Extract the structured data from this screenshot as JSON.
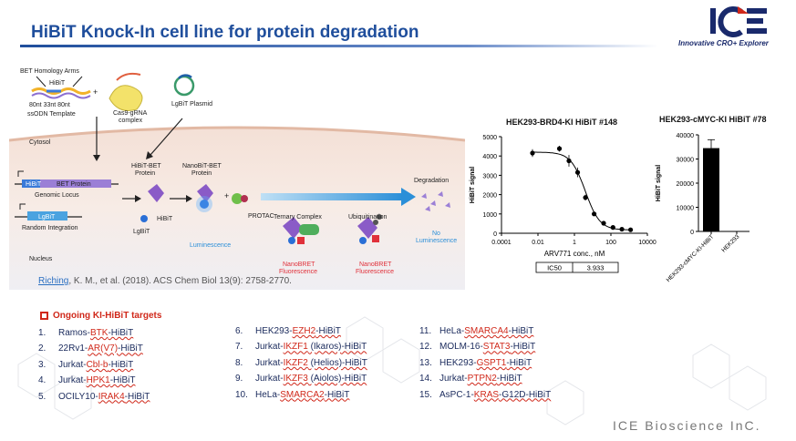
{
  "title": "HiBiT Knock-In cell line for protein degradation",
  "logo": {
    "letters": "ICE",
    "tagline": "Innovative CRO+ Explorer"
  },
  "footer": "ICE Bioscience InC.",
  "colors": {
    "title_blue": "#1f4e9c",
    "accent_red": "#d0281a",
    "list_navy": "#1a2a5c"
  },
  "schematic": {
    "bet_homology_arms": "BET Homology Arms",
    "hibit": "HiBiT",
    "arm_lengths": "80nt 33nt 80nt",
    "ssodn": "ssODN Template",
    "cas9": "Cas9-gRNA",
    "cas9_line2": "complex",
    "lgbit_plasmid": "LgBiT Plasmid",
    "cytosol": "Cytosol",
    "nucleus": "Nucleus",
    "locus_hibit": "HiBiT",
    "locus_bet": "BET Protein",
    "genomic_locus": "Genomic Locus",
    "lgbit_box": "LgBiT",
    "random_integration": "Random Integration",
    "hibit_bet_protein": "HiBiT-BET",
    "hibit_bet_protein_2": "Protein",
    "nanobit_bet": "NanoBiT-BET",
    "nanobit_bet_2": "Protein",
    "hibit_label": "HiBiT",
    "lgbit_label": "LgBiT",
    "protac": "PROTAC",
    "luminescence": "Luminescence",
    "ternary_complex": "Ternary Complex",
    "ubiquitination": "Ubiquitination",
    "degradation": "Degradation",
    "no_lum_1": "No",
    "no_lum_2": "Luminescence",
    "nanobret_1": "NanoBRET",
    "nanobret_2": "Fluorescence",
    "plus": "+"
  },
  "reference": {
    "authors": "Riching",
    "rest": ", K. M., et al. (2018). ACS Chem Biol 13(9): 2758-2770."
  },
  "targets": {
    "heading": "Ongoing KI-HiBiT targets",
    "col1": [
      {
        "n": "1.",
        "a": "Ramos-",
        "b": "BTK",
        "c": "-HiBiT"
      },
      {
        "n": "2.",
        "a": "22Rv1-",
        "b": "AR(V7)",
        "c": "-HiBiT"
      },
      {
        "n": "3.",
        "a": "Jurkat-",
        "b": "Cbl-b",
        "c": "-HiBiT"
      },
      {
        "n": "4.",
        "a": "Jurkat-",
        "b": "HPK1",
        "c": "-HiBiT"
      },
      {
        "n": "5.",
        "a": "OCILY10-",
        "b": "IRAK4",
        "c": "-HiBiT"
      }
    ],
    "col2": [
      {
        "n": "6.",
        "a": "HEK293-",
        "b": "EZH2",
        "c": "-HiBiT"
      },
      {
        "n": "7.",
        "a": "Jurkat-",
        "b": "IKZF1",
        "c": " (Ikaros)-HiBiT"
      },
      {
        "n": "8.",
        "a": "Jurkat-",
        "b": "IKZF2",
        "c": " (Helios)-HiBiT"
      },
      {
        "n": "9.",
        "a": "Jurkat-",
        "b": "IKZF3",
        "c": " (Aiolos)-HiBiT"
      },
      {
        "n": "10.",
        "a": "HeLa-",
        "b": "SMARCA2",
        "c": "-HiBiT"
      }
    ],
    "col3": [
      {
        "n": "11.",
        "a": "HeLa-",
        "b": "SMARCA4",
        "c": "-HiBiT"
      },
      {
        "n": "12.",
        "a": "MOLM-16-",
        "b": "STAT3",
        "c": "-HiBiT"
      },
      {
        "n": "13.",
        "a": "HEK293-",
        "b": "GSPT1",
        "c": "-HiBiT"
      },
      {
        "n": "14.",
        "a": "Jurkat-",
        "b": "PTPN2",
        "c": "-HiBiT"
      },
      {
        "n": "15.",
        "a": "AsPC-1-",
        "b": "KRAS",
        "c": "-G12D-HiBiT"
      }
    ]
  },
  "chart_data": [
    {
      "type": "scatter",
      "title": "HEK293-BRD4-KI HiBiT  #148",
      "xlabel": "ARV771 conc., nM",
      "ylabel": "HiBiT signal",
      "xscale": "log",
      "xlim": [
        0.0001,
        10000
      ],
      "ylim": [
        0,
        5000
      ],
      "xticks": [
        "0.0001",
        "0.01",
        "1",
        "100",
        "10000"
      ],
      "yticks": [
        "0",
        "1000",
        "2000",
        "3000",
        "4000",
        "5000"
      ],
      "x": [
        0.005,
        0.15,
        0.5,
        1.5,
        4,
        12,
        40,
        130,
        400,
        1200
      ],
      "y": [
        4150,
        4380,
        3750,
        3150,
        1850,
        1000,
        520,
        300,
        210,
        180
      ],
      "err": [
        200,
        150,
        300,
        250,
        150,
        100,
        60,
        40,
        30,
        25
      ],
      "fit_ic50": 3.933,
      "table": {
        "label": "IC50",
        "value": "3.933"
      }
    },
    {
      "type": "bar",
      "title": "HEK293-cMYC-KI HiBiT  #78",
      "ylabel": "HiBiT signal",
      "categories": [
        "HEK293-cMYC-KI-HiBiT",
        "HEK293"
      ],
      "values": [
        34500,
        150
      ],
      "err": [
        3500,
        0
      ],
      "ylim": [
        0,
        40000
      ],
      "yticks": [
        "0",
        "10000",
        "20000",
        "30000",
        "40000"
      ]
    }
  ]
}
